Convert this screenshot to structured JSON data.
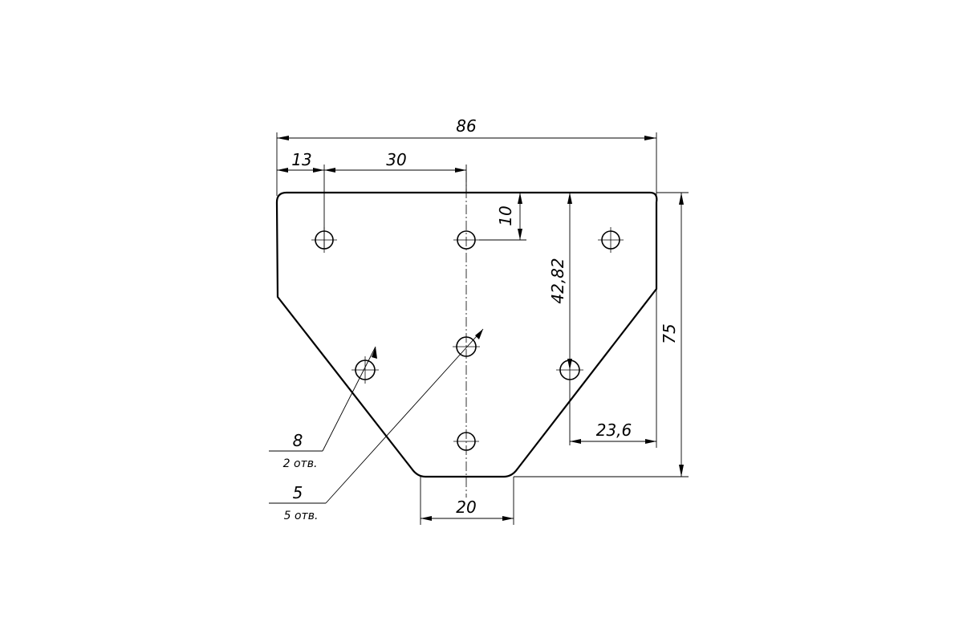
{
  "drawing": {
    "dimensions": {
      "overall_width": "86",
      "left_offset": "13",
      "hole_spacing": "30",
      "top_offset": "10",
      "hole_depth": "42,82",
      "height": "75",
      "side_offset": "23,6",
      "bottom_width": "20"
    },
    "callouts": {
      "large_hole_diameter": "8",
      "large_hole_count": "2 отв.",
      "small_hole_diameter": "5",
      "small_hole_count": "5 отв."
    }
  }
}
